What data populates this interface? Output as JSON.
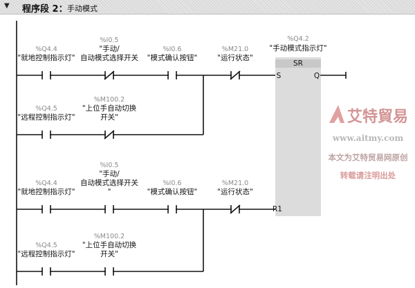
{
  "network": {
    "title": "程序段 2：",
    "comment": "手动模式",
    "collapse_icon": "triangle-down-icon"
  },
  "coil": {
    "address": "%Q4.2",
    "name": "\"手动模式指示灯\"",
    "type": "SR",
    "set_pin": "S",
    "reset_pin": "R1",
    "output_pin": "Q"
  },
  "set_rung": [
    {
      "address": "%Q4.4",
      "name": [
        "\"就地控制指示灯\""
      ],
      "contact": "NO"
    },
    {
      "address": "%I0.5",
      "name": [
        "\"手动/",
        "自动模式选择开关"
      ],
      "contact": "NC"
    },
    {
      "address": "%I0.6",
      "name": [
        "\"模式确认按钮\""
      ],
      "contact": "NO"
    },
    {
      "address": "%M21.0",
      "name": [
        "\"运行状态\""
      ],
      "contact": "NC"
    },
    {
      "address": "%Q4.5",
      "name": [
        "\"远程控制指示灯\""
      ],
      "contact": "NO"
    },
    {
      "address": "%M100.2",
      "name": [
        "\"上位手自动切换",
        "开关\""
      ],
      "contact": "NC"
    }
  ],
  "reset_rung": [
    {
      "address": "%Q4.4",
      "name": [
        "\"就地控制指示灯\""
      ],
      "contact": "NO"
    },
    {
      "address": "%I0.5",
      "name": [
        "\"手动/",
        "自动模式选择开关",
        "\""
      ],
      "contact": "NO"
    },
    {
      "address": "%I0.6",
      "name": [
        "\"模式确认按钮\""
      ],
      "contact": "NO"
    },
    {
      "address": "%M21.0",
      "name": [
        "\"运行状态\""
      ],
      "contact": "NC"
    },
    {
      "address": "%Q4.5",
      "name": [
        "\"远程控制指示灯\""
      ],
      "contact": "NO"
    },
    {
      "address": "%M100.2",
      "name": [
        "\"上位手自动切换",
        "开关\""
      ],
      "contact": "NO"
    }
  ],
  "watermark": {
    "logo": "艾特貿易",
    "url": "www.aitmy.com",
    "line1": "本文为艾特贸易网原创",
    "line2": "转载请注明出处"
  }
}
